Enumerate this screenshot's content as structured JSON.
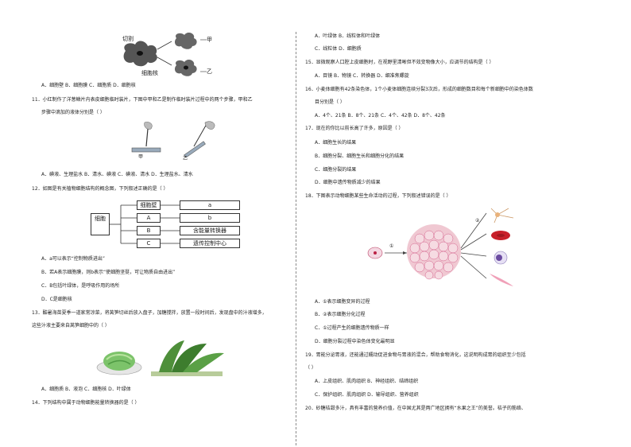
{
  "left": {
    "q10_fig": {
      "cut": "切割",
      "jia": "甲",
      "nucleus": "细胞核",
      "yi": "乙"
    },
    "q10_opts": "A．细胞壁    B．细胞膜    C．细胞质    D．细胞核",
    "q11_line1": "11．小红制作了洋葱鳞片内表皮细胞临时装片，下图中甲和乙是制作临时装片过程中的两个步骤，甲和乙",
    "q11_line2": "步骤中滴加的液体分别是（    ）",
    "q11_fig": {
      "jia": "甲",
      "yi": "乙"
    },
    "q11_opts": "A．碘液、生理盐水    B．清水、碘液    C．碘液、清水    D．生理盐水、清水",
    "q12_line1": "12．如图是有关植物细胞结构的概念图，下列叙述正确的是（      ）",
    "q12_fig": {
      "root": "细胞",
      "n1": "细胞壁",
      "nA": "A",
      "nB": "B",
      "nC": "C",
      "r1": "a",
      "r2": "b",
      "r3": "含能量转换器",
      "r4": "遗传控制中心"
    },
    "q12_optA": "A．a可以表示“控制物质进出”",
    "q12_optB": "B．若A表示细胞膜，则b表示“使细胞坚挺，可让物质自由进出”",
    "q12_optC": "C．B包括叶绿体，是呼吸作用的场所",
    "q12_optD": "D．C是细胞核",
    "q13_line1": "13．酷暑海苗夏季一道家常凉菜，将莴笋切丝后放入盘子，加糖搅拌，放置一段时间后，发现盘中的汁液增多，",
    "q13_line2": "这些汁液主要来自莴笋细胞中的（    ）",
    "q13_opts": "A．细胞质    B．液泡    C．细胞核    D．叶绿体",
    "q14_line1": "14．下列结构中属于动物细胞能量转换器的是（    ）"
  },
  "right": {
    "q14_opt1": "A．叶绿体    B．线粒体和叶绿体",
    "q14_opt2": "C．线粒体    D．细胞质",
    "q15_line1": "15．显微观察人口腔上皮细胞时，在视野里清晰但不效变物像大小，应调节的结构是（    ）",
    "q15_opts": "A．目镜    B．物镜    C．转换器    D．细准焦螺旋",
    "q16_line1": "16．小麦体细胞有42条染色体，1个小麦体细胞连续分裂3次后，形成的细胞数目和每个新细胞中的染色体数",
    "q16_line2": "目分别是（    ）",
    "q16_opts": "A．4个、21条    B．8个、21条    C．4个、42条    D．8个、42条",
    "q17_line1": "17．现在的你比以前长高了许多，原因是（    ）",
    "q17_optA": "A．细胞生长的结果",
    "q17_optB": "B．细胞分裂、细胞生长和细胞分化的结果",
    "q17_optC": "C．细胞分裂的结果",
    "q17_optD": "D．细胞中遗传物质减少的结果",
    "q18_line1": "18．下图表示动物细胞某些生命活动的过程，下列叙述错误的是（      ）",
    "q18_fig": {
      "m1": "①",
      "m2": "②"
    },
    "q18_optA": "A．①表示细胞变异的过程",
    "q18_optB": "B．②表示细胞分化过程",
    "q18_optC": "C．①过程产生的细胞遗传物质一样",
    "q18_optD": "D．细胞分裂过程中染色体变化最明显",
    "q19_line1": "19．胃能分泌胃液，还能通过蠕动促进食物与胃液的混合，帮助食物消化，这说明构成胃的组织至少包括",
    "q19_line2": "（    ）",
    "q19_opt1": "A．上皮组织、肌肉组织    B．神经组织、结缔组织",
    "q19_opt2": "C．保护组织、肌肉组织    D．输导组织、营养组织",
    "q20_line1": "20．砂糖桔甜多汁，具有丰富的营养价值，在中国尤其是两广地区拥有“水果之王”的美誉。桔子的筋络、"
  }
}
